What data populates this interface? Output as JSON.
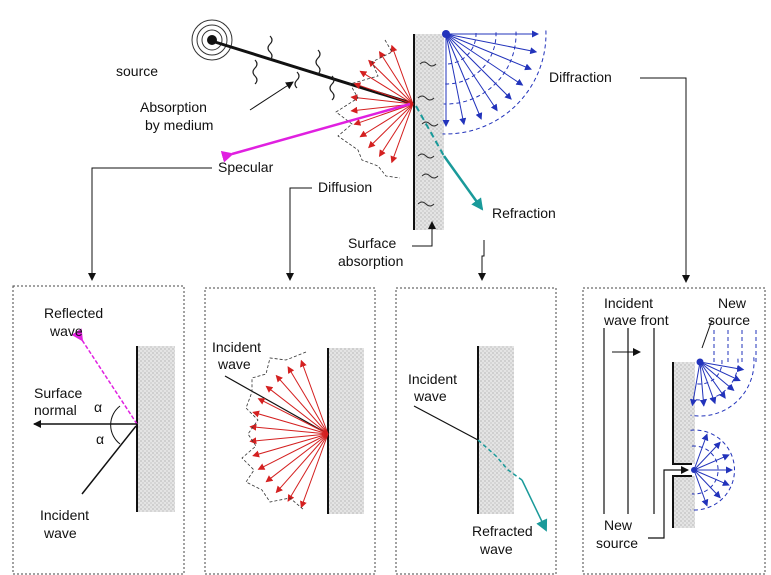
{
  "top": {
    "source": "source",
    "absorption_line1": "Absorption",
    "absorption_line2": "by medium",
    "specular": "Specular",
    "diffusion": "Diffusion",
    "diffraction": "Diffraction",
    "refraction": "Refraction",
    "surface_line1": "Surface",
    "surface_line2": "absorption"
  },
  "panels": {
    "specular": {
      "reflected_line1": "Reflected",
      "reflected_line2": "wave",
      "normal_line1": "Surface",
      "normal_line2": "normal",
      "alpha_upper": "α",
      "alpha_lower": "α",
      "incident_line1": "Incident",
      "incident_line2": "wave"
    },
    "diffusion": {
      "incident_line1": "Incident",
      "incident_line2": "wave"
    },
    "refraction": {
      "incident_line1": "Incident",
      "incident_line2": "wave",
      "refracted_line1": "Refracted",
      "refracted_line2": "wave"
    },
    "diffraction": {
      "wavefront_line1": "Incident",
      "wavefront_line2": "wave front",
      "new_source_top_line1": "New",
      "new_source_top_line2": "source",
      "new_source_bottom_line1": "New",
      "new_source_bottom_line2": "source"
    }
  },
  "colors": {
    "specular_ray": "#e020e0",
    "diffuse_ray": "#d42020",
    "refracted_ray": "#1a9a9a",
    "diffraction_ray": "#2233bb",
    "wall_fill": "#d8d8d8"
  }
}
